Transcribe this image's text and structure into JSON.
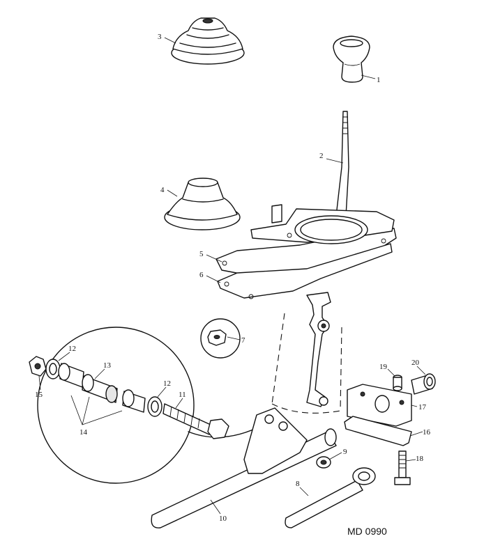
{
  "diagram": {
    "reference_code": "MD 0990",
    "callouts": [
      {
        "id": "c1",
        "label": "1"
      },
      {
        "id": "c2",
        "label": "2"
      },
      {
        "id": "c3",
        "label": "3"
      },
      {
        "id": "c4",
        "label": "4"
      },
      {
        "id": "c5",
        "label": "5"
      },
      {
        "id": "c6",
        "label": "6"
      },
      {
        "id": "c7",
        "label": "7"
      },
      {
        "id": "c8",
        "label": "8"
      },
      {
        "id": "c9",
        "label": "9"
      },
      {
        "id": "c10",
        "label": "10"
      },
      {
        "id": "c11",
        "label": "11"
      },
      {
        "id": "c12a",
        "label": "12"
      },
      {
        "id": "c12b",
        "label": "12"
      },
      {
        "id": "c13",
        "label": "13"
      },
      {
        "id": "c14",
        "label": "14"
      },
      {
        "id": "c15",
        "label": "15"
      },
      {
        "id": "c16",
        "label": "16"
      },
      {
        "id": "c17",
        "label": "17"
      },
      {
        "id": "c18",
        "label": "18"
      },
      {
        "id": "c19",
        "label": "19"
      },
      {
        "id": "c20",
        "label": "20"
      }
    ]
  }
}
